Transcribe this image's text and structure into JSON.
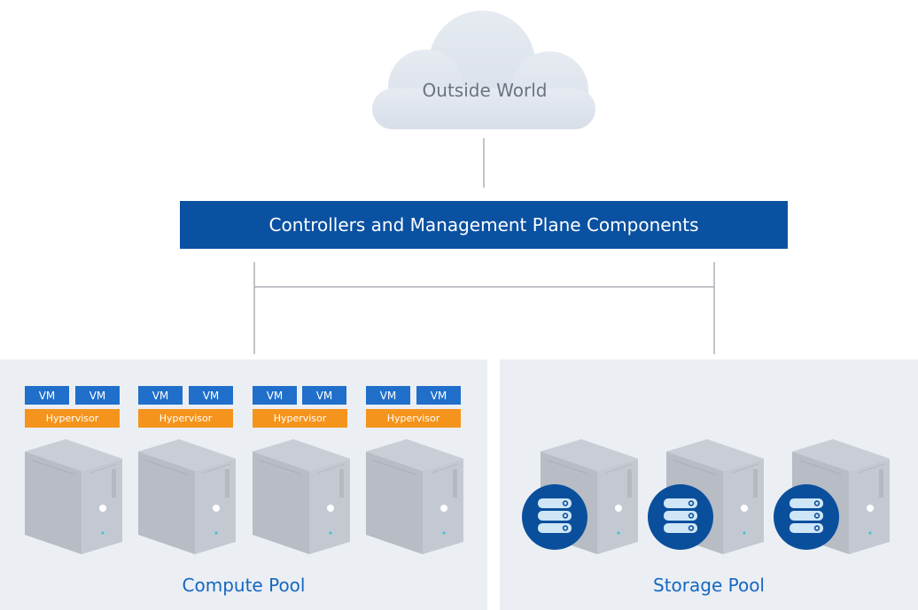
{
  "cloud": {
    "label": "Outside World"
  },
  "controllers": {
    "label": "Controllers and Management Plane Components"
  },
  "compute_pool": {
    "label": "Compute Pool",
    "hosts": [
      {
        "vms": [
          "VM",
          "VM"
        ],
        "hypervisor": "Hypervisor"
      },
      {
        "vms": [
          "VM",
          "VM"
        ],
        "hypervisor": "Hypervisor"
      },
      {
        "vms": [
          "VM",
          "VM"
        ],
        "hypervisor": "Hypervisor"
      },
      {
        "vms": [
          "VM",
          "VM"
        ],
        "hypervisor": "Hypervisor"
      }
    ]
  },
  "storage_pool": {
    "label": "Storage Pool",
    "server_count": 3
  },
  "colors": {
    "controller_bar": "#0a51a1",
    "vm": "#1f6fcb",
    "hypervisor": "#f5941d",
    "pool_background": "#ebeff4",
    "pool_label": "#1667bf",
    "cloud": "#e2e8f0"
  }
}
